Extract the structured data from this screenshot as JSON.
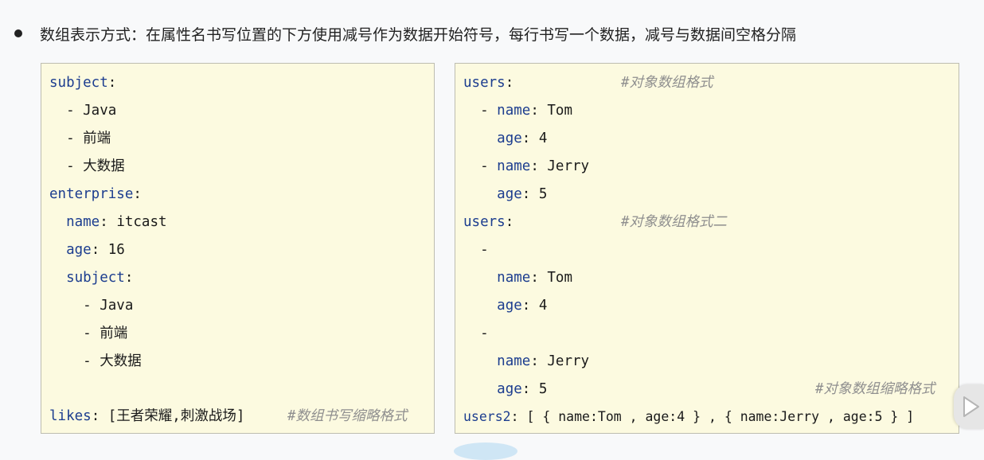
{
  "heading": {
    "text": "数组表示方式：在属性名书写位置的下方使用减号作为数据开始符号，每行书写一个数据，减号与数据间空格分隔"
  },
  "left_panel": {
    "lines": [
      {
        "key": "subject",
        "sep": ":",
        "value": "",
        "comment": ""
      },
      {
        "key": "",
        "sep": "",
        "value": "  - Java",
        "comment": ""
      },
      {
        "key": "",
        "sep": "",
        "value": "  - 前端",
        "comment": ""
      },
      {
        "key": "",
        "sep": "",
        "value": "  - 大数据",
        "comment": ""
      },
      {
        "key": "enterprise",
        "sep": ":",
        "value": "",
        "comment": ""
      },
      {
        "indent": "  ",
        "key": "name",
        "sep": ":",
        "value": " itcast",
        "comment": ""
      },
      {
        "indent": "  ",
        "key": "age",
        "sep": ":",
        "value": " 16",
        "comment": ""
      },
      {
        "indent": "  ",
        "key": "subject",
        "sep": ":",
        "value": "",
        "comment": ""
      },
      {
        "key": "",
        "sep": "",
        "value": "    - Java",
        "comment": ""
      },
      {
        "key": "",
        "sep": "",
        "value": "    - 前端",
        "comment": ""
      },
      {
        "key": "",
        "sep": "",
        "value": "    - 大数据",
        "comment": ""
      },
      {
        "key": "likes",
        "sep": ":",
        "value": " [王者荣耀,刺激战场]",
        "comment": "#数组书写缩略格式"
      }
    ]
  },
  "right_panel": {
    "lines": [
      {
        "key": "users",
        "sep": ":",
        "value": "",
        "comment": "#对象数组格式"
      },
      {
        "indent": "  - ",
        "key": "name",
        "sep": ":",
        "value": " Tom",
        "comment": ""
      },
      {
        "indent": "    ",
        "key": "age",
        "sep": ":",
        "value": " 4",
        "comment": ""
      },
      {
        "indent": "  - ",
        "key": "name",
        "sep": ":",
        "value": " Jerry",
        "comment": ""
      },
      {
        "indent": "    ",
        "key": "age",
        "sep": ":",
        "value": " 5",
        "comment": ""
      },
      {
        "key": "users",
        "sep": ":",
        "value": "",
        "comment": "#对象数组格式二"
      },
      {
        "key": "",
        "sep": "",
        "value": "  -",
        "comment": ""
      },
      {
        "indent": "    ",
        "key": "name",
        "sep": ":",
        "value": " Tom",
        "comment": ""
      },
      {
        "indent": "    ",
        "key": "age",
        "sep": ":",
        "value": " 4",
        "comment": ""
      },
      {
        "key": "",
        "sep": "",
        "value": "  -",
        "comment": ""
      },
      {
        "indent": "    ",
        "key": "name",
        "sep": ":",
        "value": " Jerry",
        "comment": ""
      },
      {
        "indent": "    ",
        "key": "age",
        "sep": ":",
        "value": " 5",
        "comment": "#对象数组缩略格式"
      },
      {
        "key": "users2",
        "sep": ":",
        "value": " [ { name:Tom , age:4 } , { name:Jerry , age:5 } ]",
        "comment": ""
      }
    ]
  },
  "colors": {
    "key": "#1c3d8f",
    "comment": "#8f8f8f",
    "panel_bg": "#fcfae0"
  },
  "icons": {
    "edge": "video-player-icon"
  }
}
